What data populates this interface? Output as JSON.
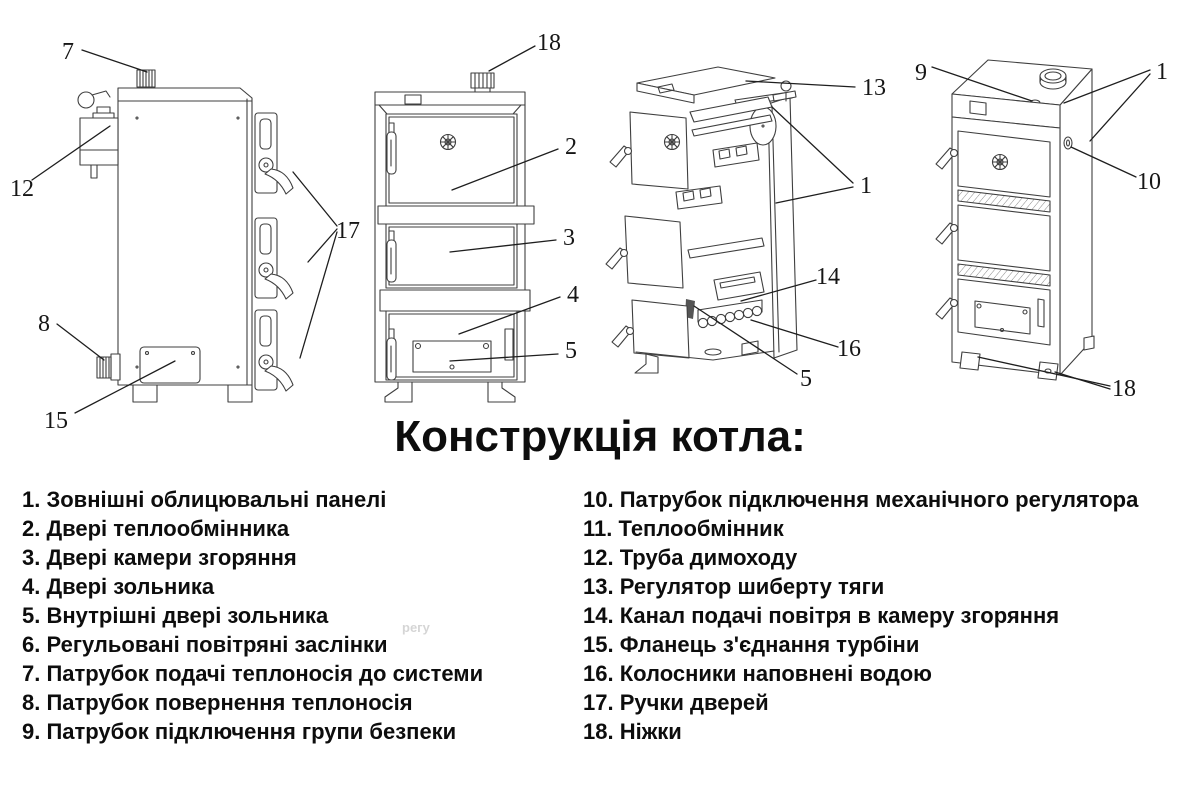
{
  "title": "Конструкція котла:",
  "colors": {
    "line": "#3f3f3f",
    "text": "#0d0d0d",
    "background": "#ffffff"
  },
  "figures": {
    "side_view": {
      "callouts": [
        "7",
        "12",
        "8",
        "15",
        "17"
      ]
    },
    "front_view": {
      "callouts": [
        "18",
        "2",
        "3",
        "4",
        "5"
      ]
    },
    "cutaway_view": {
      "callouts": [
        "13",
        "1",
        "14",
        "16",
        "5"
      ]
    },
    "perspective_view": {
      "callouts": [
        "9",
        "1",
        "10",
        "18"
      ]
    }
  },
  "legend": {
    "left": [
      "1. Зовнішні облицювальні панелі",
      "2. Двері теплообмінника",
      "3. Двері камери згоряння",
      "4. Двері зольника",
      "5. Внутрішні двері зольника",
      "6. Регульовані повітряні заслінки",
      "7. Патрубок подачі теплоносія до системи",
      "8. Патрубок повернення теплоносія",
      "9. Патрубок підключення групи безпеки"
    ],
    "right": [
      "10. Патрубок підключення механічного регулятора",
      "11. Теплообмінник",
      "12. Труба димоходу",
      "13. Регулятор шиберту тяги",
      "14. Канал подачі повітря в камеру згоряння",
      "15. Фланець з'єднання турбіни",
      "16. Колосники наповнені водою",
      "17. Ручки дверей",
      "18. Ніжки"
    ]
  },
  "artifacts": {
    "faint_text": "регу"
  }
}
